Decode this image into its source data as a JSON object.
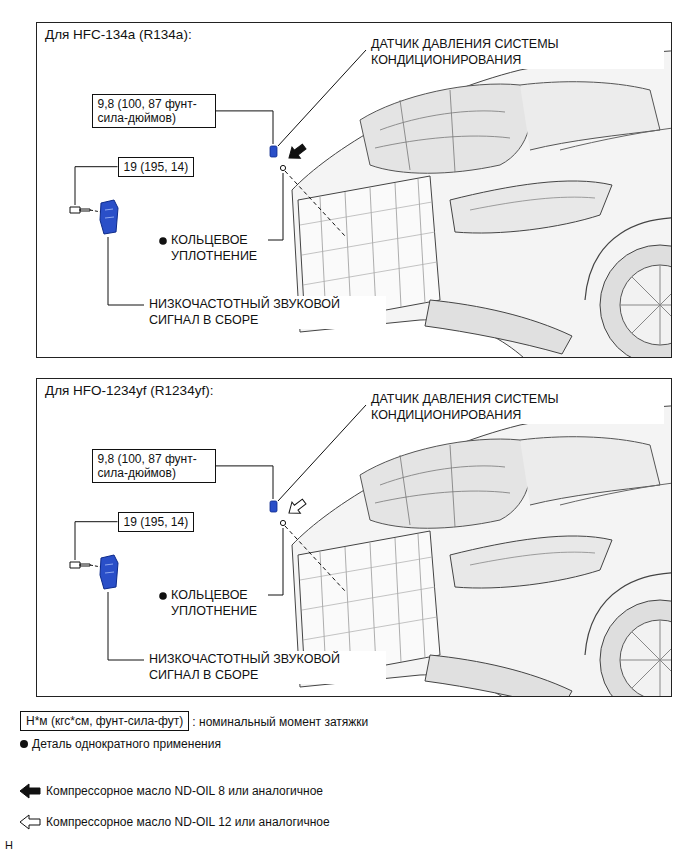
{
  "diagram": {
    "nodes": [
      {
        "text": [
          "Для HFC-134a (R134a):"
        ]
      },
      {
        "text": [
          "9,8 (100, 87 фунт-сила-дюймов)"
        ],
        "in": 0
      },
      {
        "text": [
          "19 (195, 14)"
        ],
        "in": 0
      },
      {
        "text": [
          "Для HFO-1234yf (R1234yf):"
        ]
      },
      {
        "text": [
          "9,8 (100, 87 фунт-сила-дюймов)"
        ],
        "in": 3
      },
      {
        "text": [
          "19 (195, 14)"
        ],
        "in": 3
      },
      {
        "text": [
          "Н*м (кгс*см, фунт-сила-фут)"
        ]
      }
    ],
    "labels": [
      "ДАТЧИК ДАВЛЕНИЯ СИСТЕМЫ КОНДИЦИОНИРОВАНИЯ",
      "КОЛЬЦЕВОЕ УПЛОТНЕНИЕ",
      "НИЗКОЧАСТОТНЫЙ ЗВУКОВОЙ СИГНАЛ В СБОРЕ",
      "ДАТЧИК ДАВЛЕНИЯ СИСТЕМЫ КОНДИЦИОНИРОВАНИЯ",
      "КОЛЬЦЕВОЕ УПЛОТНЕНИЕ",
      "НИЗКОЧАСТОТНЫЙ ЗВУКОВОЙ СИГНАЛ В СБОРЕ",
      "H"
    ],
    "legend": [
      {
        "text": ": номинальный момент затяжки"
      },
      {
        "text": "Деталь однократного применения"
      },
      {
        "text": "Компрессорное масло ND-OIL 8 или аналогичное"
      },
      {
        "text": "Компрессорное масло ND-OIL 12 или аналогичное"
      }
    ]
  }
}
